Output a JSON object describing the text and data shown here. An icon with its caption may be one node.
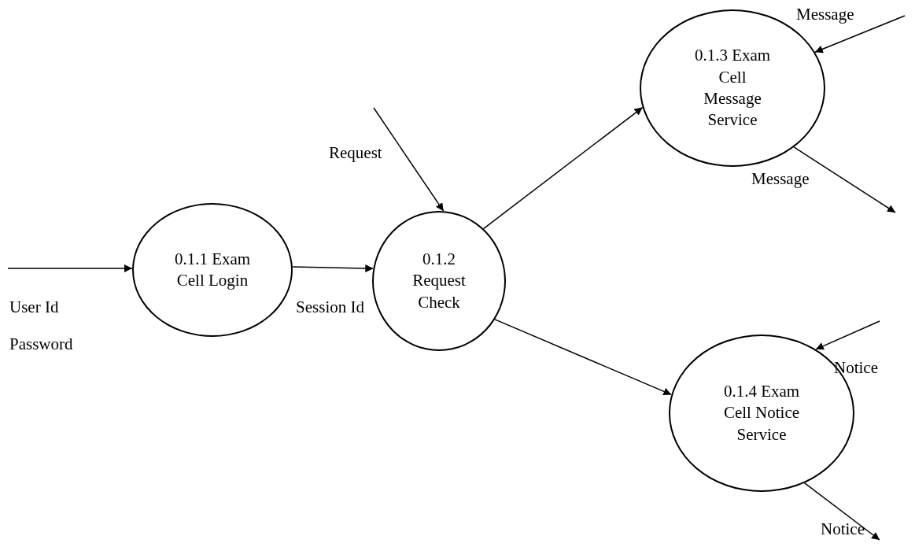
{
  "diagram": {
    "nodes": [
      {
        "text": [
          "0.1.1 Exam Cell Login"
        ]
      },
      {
        "text": [
          "0.1.2 Request Check"
        ]
      },
      {
        "text": [
          "0.1.3 Exam Cell Message Service"
        ]
      },
      {
        "text": [
          "0.1.4 Exam Cell Notice Service"
        ]
      }
    ],
    "edges": [
      {
        "from": null,
        "to": 0,
        "arrow": "to",
        "label": "User Id"
      },
      {
        "from": 0,
        "to": 1,
        "arrow": "to",
        "label": "Session Id"
      },
      {
        "from": null,
        "to": 1,
        "arrow": "to",
        "label": "Request"
      },
      {
        "from": 1,
        "to": 2,
        "arrow": "to"
      },
      {
        "from": 1,
        "to": 3,
        "arrow": "to"
      },
      {
        "from": null,
        "to": 2,
        "arrow": "to",
        "label": "Message"
      },
      {
        "from": 2,
        "to": null,
        "arrow": "to",
        "label": "Message"
      },
      {
        "from": null,
        "to": 3,
        "arrow": "to",
        "label": "Notice"
      },
      {
        "from": 3,
        "to": null,
        "arrow": "to",
        "label": "Notice"
      }
    ],
    "labels": [
      "Password"
    ]
  }
}
